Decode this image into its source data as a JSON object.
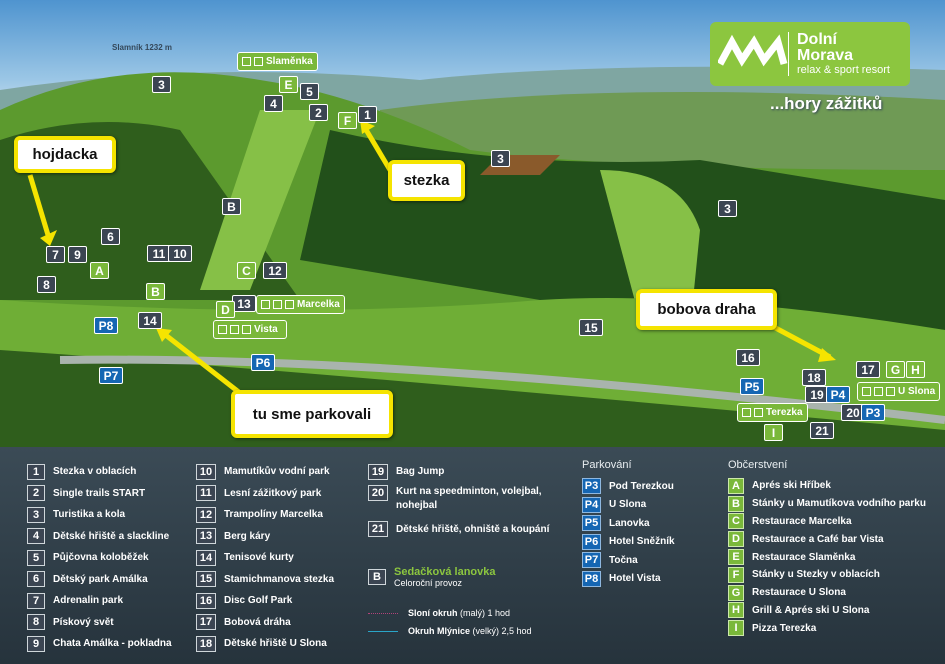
{
  "map": {
    "peak_label": "Slamník 1232 m",
    "logo": {
      "line1": "Dolní",
      "line2": "Morava",
      "tagline": "relax & sport resort"
    },
    "slogan": "...hory zážitků",
    "markers": [
      "3",
      "E",
      "4",
      "5",
      "2",
      "F",
      "1",
      "3",
      "3",
      "B",
      "6",
      "7",
      "9",
      "A",
      "8",
      "11",
      "10",
      "C",
      "12",
      "B",
      "13",
      "D",
      "14",
      "P8",
      "P6",
      "P7",
      "15",
      "16",
      "P5",
      "18",
      "19",
      "P4",
      "17",
      "G",
      "H",
      "20",
      "P3",
      "I",
      "21"
    ],
    "signs": {
      "slamenka": "Slaměnka",
      "marcelka": "Marcelka",
      "vista": "Vista",
      "u_slona": "U Slona",
      "terezka": "Terezka"
    },
    "callouts": {
      "hojdacka": "hojdacka",
      "stezka": "stezka",
      "bobova": "bobova draha",
      "parking": "tu sme parkovali"
    }
  },
  "legend": {
    "col1": [
      {
        "n": "1",
        "t": "Stezka v oblacích"
      },
      {
        "n": "2",
        "t": "Single trails START"
      },
      {
        "n": "3",
        "t": "Turistika a kola"
      },
      {
        "n": "4",
        "t": "Dětské hřiště a slackline"
      },
      {
        "n": "5",
        "t": "Půjčovna koloběžek"
      },
      {
        "n": "6",
        "t": "Dětský park Amálka"
      },
      {
        "n": "7",
        "t": "Adrenalin park"
      },
      {
        "n": "8",
        "t": "Pískový svět"
      },
      {
        "n": "9",
        "t": "Chata Amálka - pokladna"
      }
    ],
    "col2": [
      {
        "n": "10",
        "t": "Mamutíkův vodní park"
      },
      {
        "n": "11",
        "t": "Lesní zážitkový park"
      },
      {
        "n": "12",
        "t": "Trampolíny Marcelka"
      },
      {
        "n": "13",
        "t": "Berg káry"
      },
      {
        "n": "14",
        "t": "Tenisové kurty"
      },
      {
        "n": "15",
        "t": "Stamichmanova stezka"
      },
      {
        "n": "16",
        "t": "Disc Golf Park"
      },
      {
        "n": "17",
        "t": "Bobová dráha"
      },
      {
        "n": "18",
        "t": "Dětské hřiště U Slona"
      }
    ],
    "col3": [
      {
        "n": "19",
        "t": "Bag Jump"
      },
      {
        "n": "20",
        "t": "Kurt na speedminton, volejbal, nohejbal"
      },
      {
        "n": "21",
        "t": "Dětské hřiště, ohniště a koupání"
      }
    ],
    "lift": {
      "n": "B",
      "title": "Sedačková lanovka",
      "sub": "Celoroční provoz"
    },
    "trails": [
      {
        "name": "Sloní okruh",
        "rest": " (malý) 1 hod",
        "color": "#b0437a"
      },
      {
        "name": "Okruh Mlýnice",
        "rest": " (velký) 2,5 hod",
        "color": "#2aa5c8"
      }
    ],
    "parking": {
      "title": "Parkování",
      "items": [
        {
          "n": "P3",
          "t": "Pod Terezkou"
        },
        {
          "n": "P4",
          "t": "U Slona"
        },
        {
          "n": "P5",
          "t": "Lanovka"
        },
        {
          "n": "P6",
          "t": "Hotel Sněžník"
        },
        {
          "n": "P7",
          "t": "Točna"
        },
        {
          "n": "P8",
          "t": "Hotel Vista"
        }
      ]
    },
    "food": {
      "title": "Občerstvení",
      "items": [
        {
          "n": "A",
          "t": "Aprés ski Hříbek"
        },
        {
          "n": "B",
          "t": "Stánky u Mamutíkova vodního parku"
        },
        {
          "n": "C",
          "t": "Restaurace Marcelka"
        },
        {
          "n": "D",
          "t": "Restaurace a Café bar Vista"
        },
        {
          "n": "E",
          "t": "Restaurace Slaměnka"
        },
        {
          "n": "F",
          "t": "Stánky u Stezky v oblacích"
        },
        {
          "n": "G",
          "t": "Restaurace U Slona"
        },
        {
          "n": "H",
          "t": "Grill & Aprés ski U Slona"
        },
        {
          "n": "I",
          "t": "Pizza Terezka"
        }
      ]
    }
  }
}
